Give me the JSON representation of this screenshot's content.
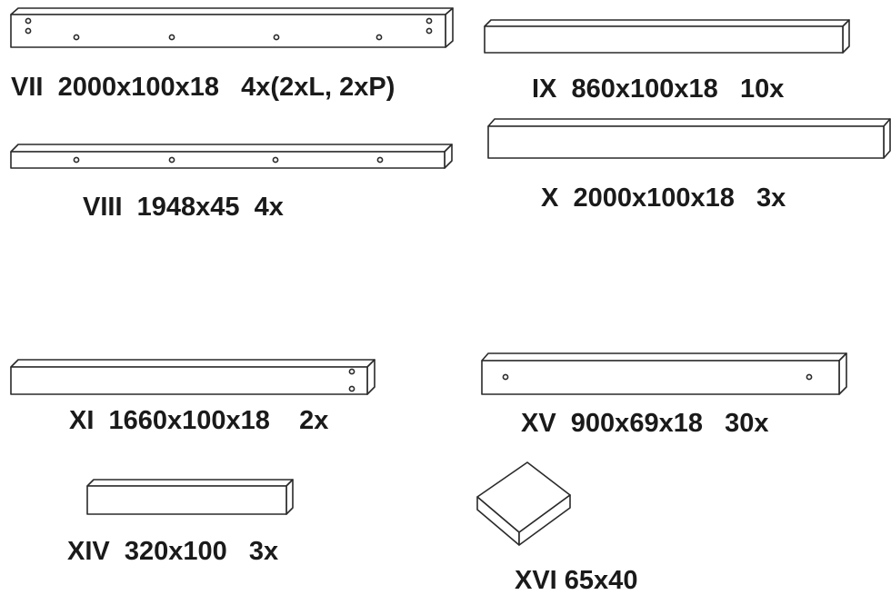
{
  "parts": [
    {
      "id": "VII",
      "label": "VII  2000x100x18   4x(2xL, 2xP)"
    },
    {
      "id": "IX",
      "label": "IX  860x100x18   10x"
    },
    {
      "id": "VIII",
      "label": "VIII  1948x45  4x"
    },
    {
      "id": "X",
      "label": "X  2000x100x18   3x"
    },
    {
      "id": "XI",
      "label": "XI  1660x100x18    2x"
    },
    {
      "id": "XV",
      "label": "XV  900x69x18   30x"
    },
    {
      "id": "XIV",
      "label": "XIV  320x100   3x"
    },
    {
      "id": "XVI",
      "label": "XVI 65x40"
    }
  ],
  "colors": {
    "stroke": "#2a2a2a",
    "fill": "#ffffff",
    "text": "#1a1a1a"
  }
}
